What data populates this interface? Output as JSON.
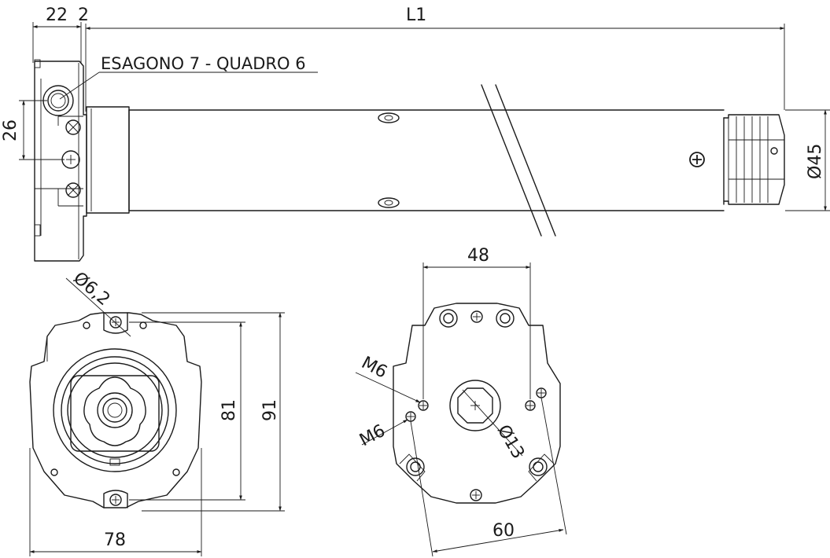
{
  "dimensions": {
    "d22": "22",
    "d2": "2",
    "L1": "L1",
    "d26": "26",
    "d45": "Ø45",
    "d62": "Ø6,2",
    "d81": "81",
    "d91": "91",
    "d78": "78",
    "d48": "48",
    "d60": "60",
    "d13": "Ø13",
    "m6a": "M6",
    "m6b": "M6"
  },
  "labels": {
    "hex": "ESAGONO 7 - QUADRO 6"
  },
  "colors": {
    "line": "#1a1a1a",
    "background": "#ffffff"
  }
}
